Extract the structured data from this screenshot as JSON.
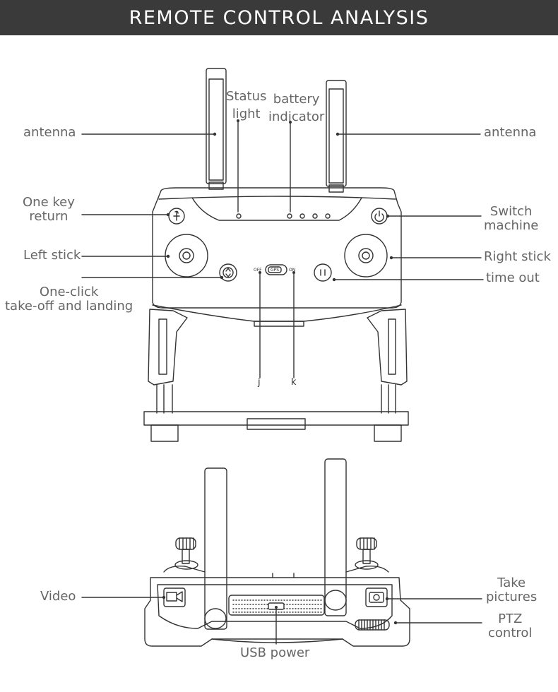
{
  "header": {
    "title": "REMOTE CONTROL ANALYSIS"
  },
  "labels": {
    "antenna_left": "antenna",
    "antenna_right": "antenna",
    "status_light": "Status\nlight",
    "battery_indicator": "battery\nindicator",
    "one_key_return": "One key\nreturn",
    "switch_machine": "Switch\nmachine",
    "left_stick": "Left stick",
    "right_stick": "Right stick",
    "time_out": "time out",
    "one_click": "One-click\ntake-off and landing",
    "j": "j",
    "k": "k",
    "video": "Video",
    "take_pictures": "Take\npictures",
    "ptz_control": "PTZ\ncontrol",
    "usb_power": "USB power"
  },
  "device_markings": {
    "off": "OFF",
    "gps": "GPS",
    "on": "ON"
  },
  "colors": {
    "header_bg": "#3a3a3a",
    "label_text": "#666666",
    "line": "#333333"
  }
}
